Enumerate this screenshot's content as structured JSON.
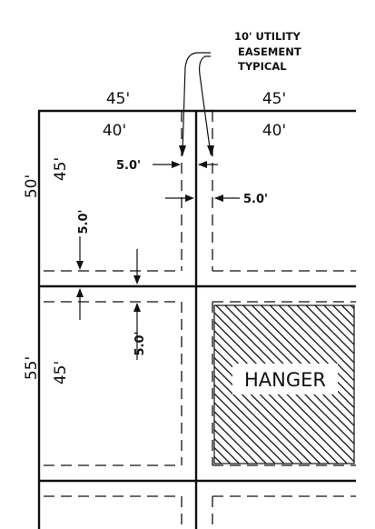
{
  "labels": {
    "easement_line1": "10' UTILITY",
    "easement_line2": "EASEMENT",
    "easement_line3": "TYPICAL",
    "lot_width_left": "45'",
    "lot_width_right": "45'",
    "inner_width_left": "40'",
    "inner_width_right": "40'",
    "lot_depth_top": "50'",
    "inner_depth_top": "45'",
    "lot_depth_bottom": "55'",
    "inner_depth_bottom": "45'",
    "setback_left_side": "5.0'",
    "setback_right_side": "5.0'",
    "setback_rear": "5.0'",
    "setback_front": "5.0'",
    "hanger": "HANGER"
  }
}
